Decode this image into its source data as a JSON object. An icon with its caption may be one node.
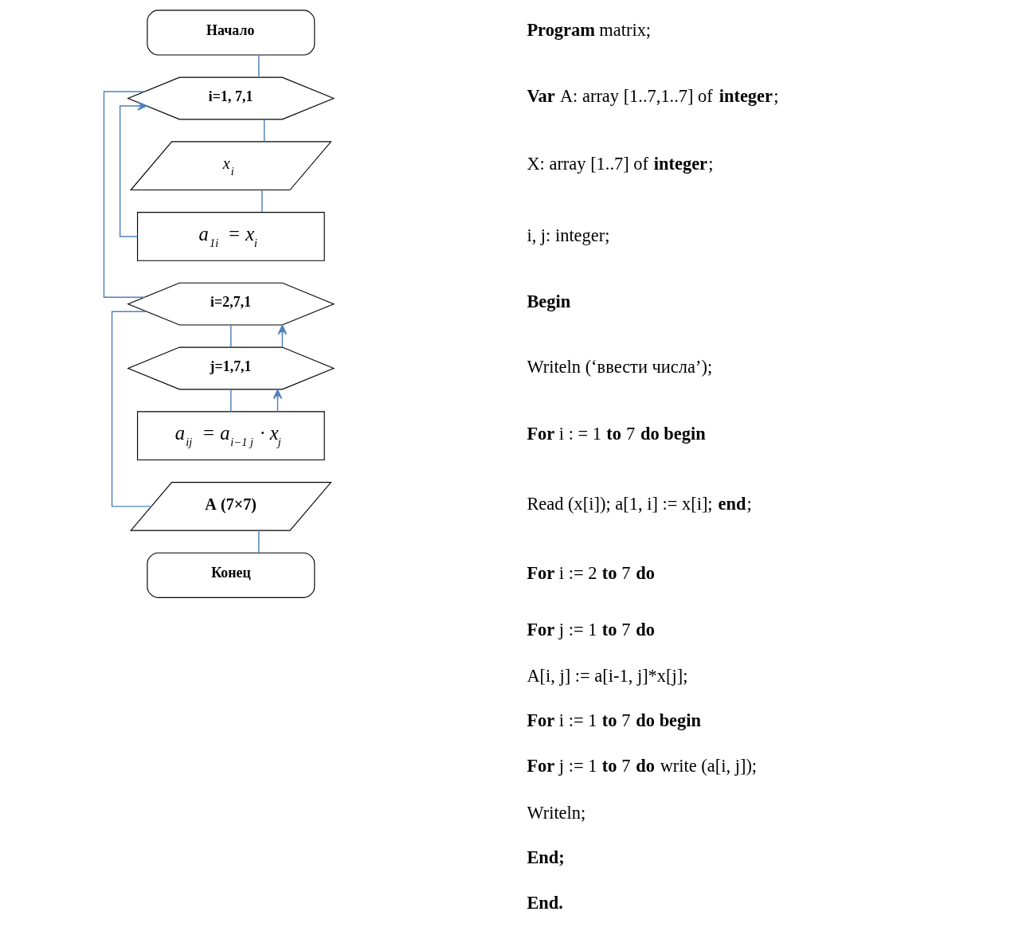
{
  "diagram": {
    "nodes": [
      {
        "text": [
          "Начало"
        ]
      },
      {
        "text": [
          "i=1, 7,1"
        ]
      },
      {
        "text": [
          "x$_{i}$"
        ]
      },
      {
        "text": [
          "a$_{1i}$ = x$_{i}$"
        ]
      },
      {
        "text": [
          "i=2,7,1"
        ]
      },
      {
        "text": [
          "j=1,7,1"
        ]
      },
      {
        "text": [
          "a$_{ij}$ = a$_{i−1 j}$ · x$_{j}$"
        ]
      },
      {
        "text": [
          "A (7×7)"
        ]
      },
      {
        "text": [
          "Конец"
        ]
      }
    ],
    "edges": [
      {
        "from": 0,
        "to": 1,
        "arrow": "none"
      },
      {
        "from": 1,
        "to": 2,
        "arrow": "none"
      },
      {
        "from": 2,
        "to": 3,
        "arrow": "none"
      },
      {
        "from": 3,
        "to": 1,
        "arrow": "to"
      },
      {
        "from": 1,
        "to": 4,
        "arrow": "none"
      },
      {
        "from": 4,
        "to": 5,
        "arrow": "none"
      },
      {
        "from": 5,
        "to": 6,
        "arrow": "none"
      },
      {
        "from": 6,
        "to": 5,
        "arrow": "to"
      },
      {
        "from": 5,
        "to": 4,
        "arrow": "to"
      },
      {
        "from": 4,
        "to": 7,
        "arrow": "none"
      },
      {
        "from": 7,
        "to": 8,
        "arrow": "none"
      }
    ],
    "labels": [
      "**Program** matrix;",
      "**Var** A: array [1..7,1..7] of **integer**;",
      "X: array [1..7] of **integer**;",
      "i, j: integer;",
      "**Begin**",
      "Writeln (‘ввести числа’);",
      "**For** i : = 1 **to** 7 **do begin**",
      "Read (x[i]); a[1, i] := x[i]; **end**;",
      "**For** i := 2 **to** 7 **do**",
      "**For** j := 1 **to** 7 **do**",
      "A[i, j] := a[i-1, j]*x[j];",
      "**For** i := 1 **to** 7 **do begin**",
      "**For** j := 1 **to** 7 **do** write (a[i, j]);",
      "Writeln;",
      "**End;**",
      "**End.**"
    ]
  }
}
